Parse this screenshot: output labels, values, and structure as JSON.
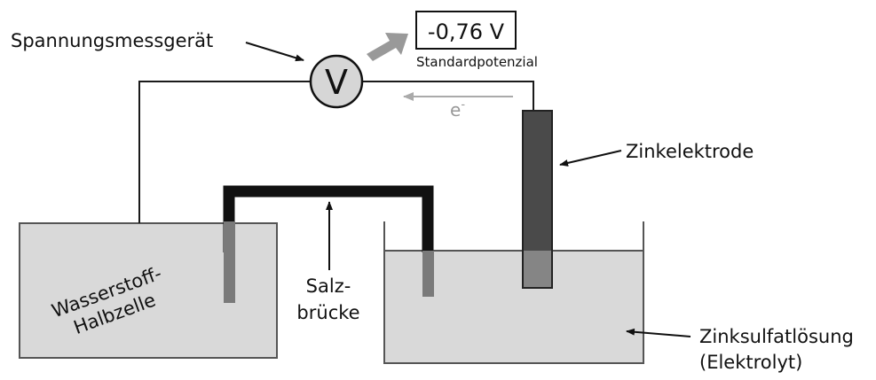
{
  "labels": {
    "voltmeter": "Spannungsmessgerät",
    "voltmeter_symbol": "V",
    "reading": "-0,76 V",
    "reading_caption": "Standardpotenzial",
    "electron": "e",
    "electron_sup": "-",
    "zinc_electrode": "Zinkelektrode",
    "hydrogen_cell_line1": "Wasserstoff-",
    "hydrogen_cell_line2": "Halbzelle",
    "salt_bridge_line1": "Salz-",
    "salt_bridge_line2": "brücke",
    "solution_line1": "Zinksulfatlösung",
    "solution_line2": "(Elektrolyt)"
  },
  "colors": {
    "wire": "#1a1a1a",
    "beaker_fill": "#d9d9d9",
    "beaker_border": "#555555",
    "electrode": "#4a4a4a",
    "salt_bridge": "#111111",
    "immersed_part": "#7a7a7a",
    "arrow_gray": "#999999",
    "voltmeter_fill": "#d6d6d6"
  }
}
